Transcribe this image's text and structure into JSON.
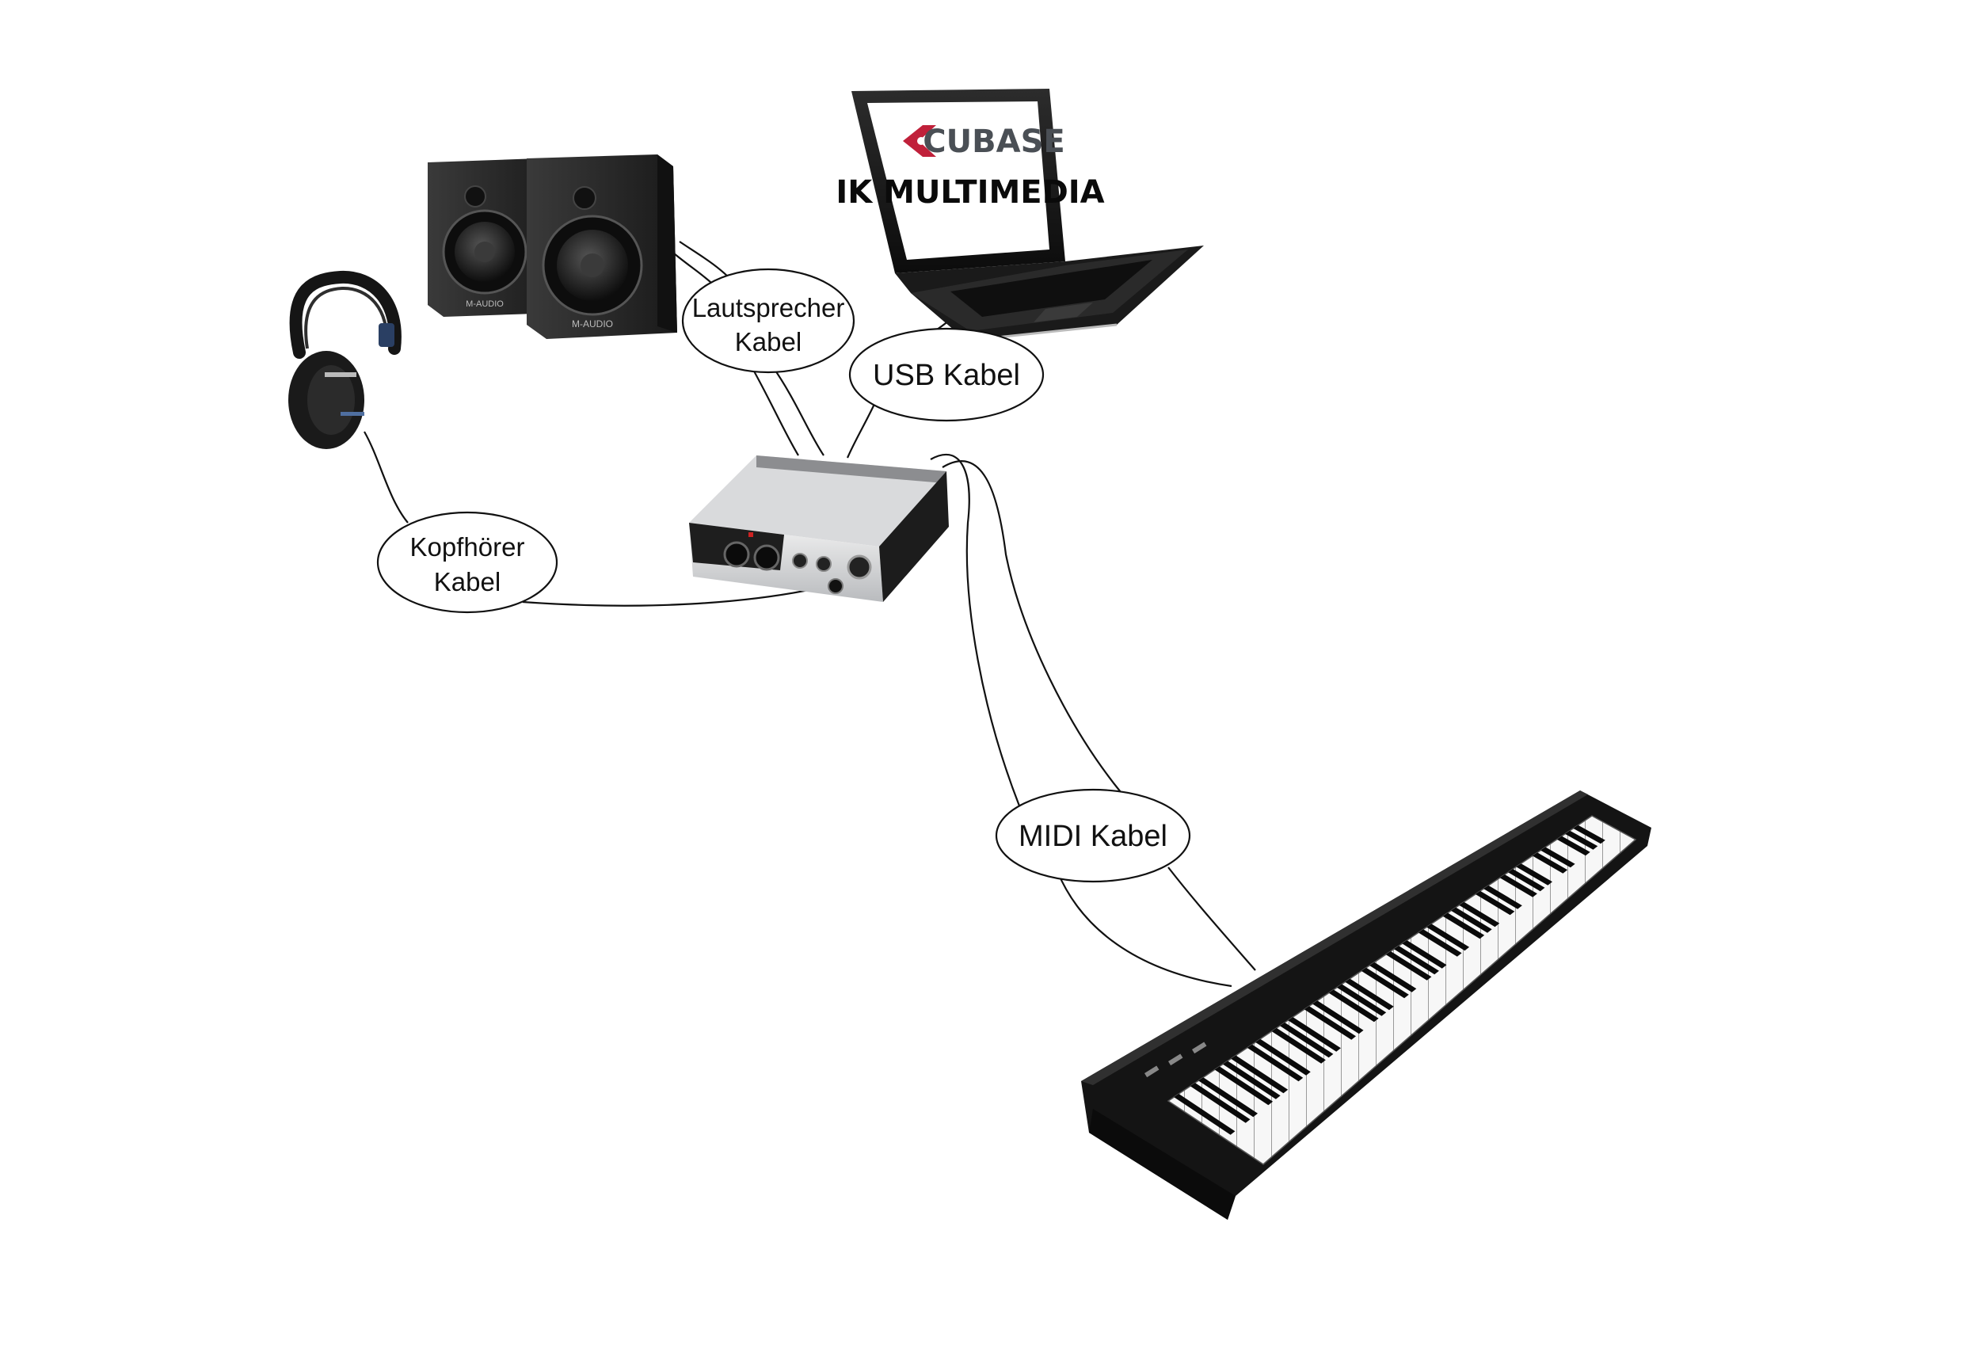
{
  "labels": {
    "speaker_cable_line1": "Lautsprecher",
    "speaker_cable_line2": "Kabel",
    "usb_cable": "USB Kabel",
    "headphone_cable_line1": "Kopfhörer",
    "headphone_cable_line2": "Kabel",
    "midi_cable": "MIDI Kabel"
  },
  "laptop_screen": {
    "logo_line1": "CUBASE",
    "logo_line2": "IK MULTIMEDIA"
  },
  "speakers": {
    "brand": "M-AUDIO"
  },
  "colors": {
    "cubase_red": "#c0203a",
    "cubase_gray": "#4a4f55",
    "device_black": "#1b1b1b",
    "interface_silver": "#d7d8da"
  }
}
